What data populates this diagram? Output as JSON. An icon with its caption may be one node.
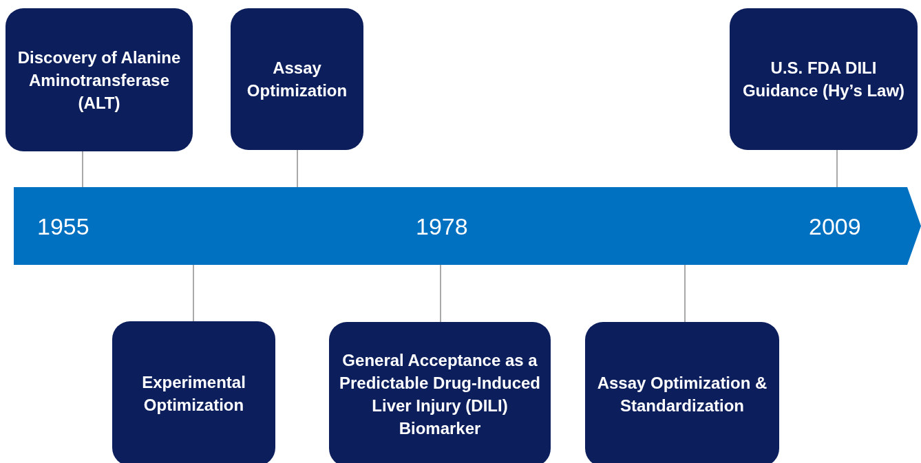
{
  "diagram": {
    "nodes": [
      {
        "text": [
          "Discovery of Alanine Aminotransferase (ALT)"
        ]
      },
      {
        "text": [
          "Assay Optimization"
        ]
      },
      {
        "text": [
          "U.S. FDA DILI Guidance (Hy’s Law)"
        ]
      },
      {
        "text": [
          "1955",
          "1978",
          "2009"
        ]
      },
      {
        "text": [
          "Experimental Optimization"
        ]
      },
      {
        "text": [
          "General Acceptance as a Predictable Drug-Induced Liver Injury (DILI) Biomarker"
        ]
      },
      {
        "text": [
          "Assay Optimization & Standardization"
        ]
      }
    ],
    "edges": [
      {
        "from": 0,
        "to": 3,
        "arrow": "none"
      },
      {
        "from": 1,
        "to": 3,
        "arrow": "none"
      },
      {
        "from": 2,
        "to": 3,
        "arrow": "none"
      },
      {
        "from": 4,
        "to": 3,
        "arrow": "none"
      },
      {
        "from": 5,
        "to": 3,
        "arrow": "none"
      },
      {
        "from": 6,
        "to": 3,
        "arrow": "none"
      }
    ]
  }
}
